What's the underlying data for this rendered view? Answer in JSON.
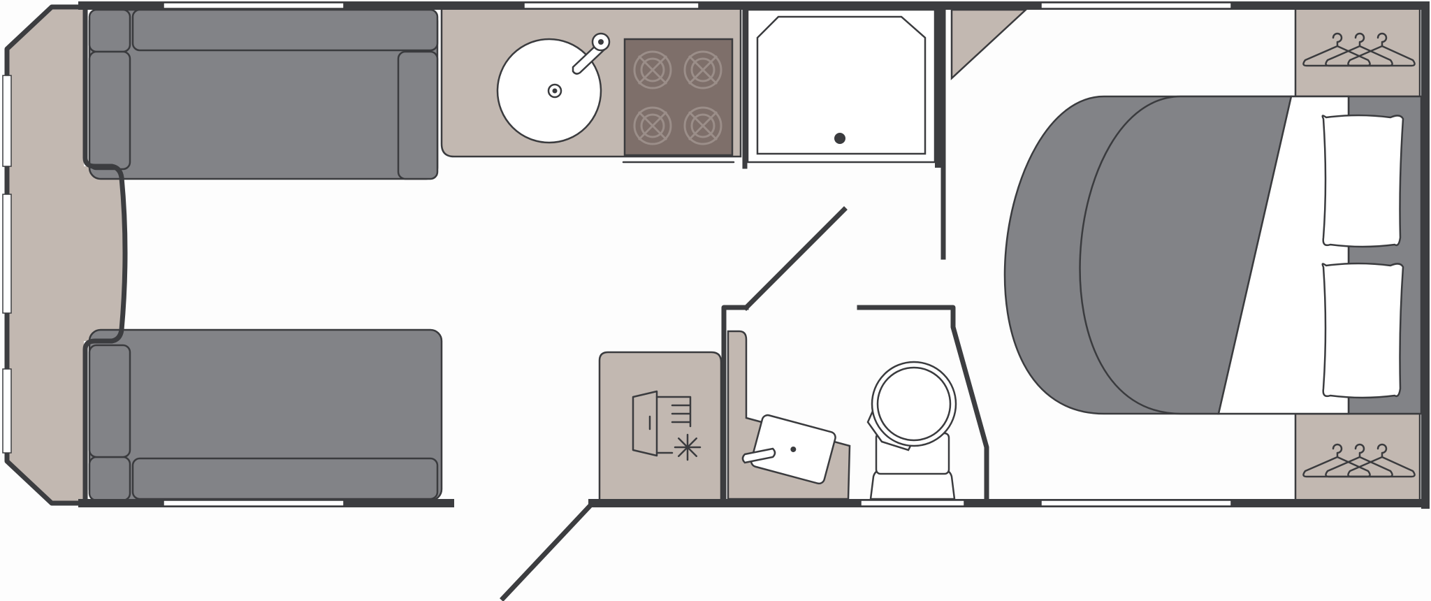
{
  "colors": {
    "background": "#fdfdfd",
    "wall": "#3c3d40",
    "upholstery": "#828387",
    "furniture": "#c2b8b1",
    "hob": "#7e6f6a",
    "fixture": "#ffffff",
    "line": "#3a3b3e"
  },
  "zones": [
    {
      "name": "lounge",
      "icon": "u-shaped-seating"
    },
    {
      "name": "kitchen",
      "icon": "sink-and-hob"
    },
    {
      "name": "shower",
      "icon": "shower-tray"
    },
    {
      "name": "washroom",
      "icon": "toilet-and-basin"
    },
    {
      "name": "bedroom",
      "icon": "island-bed"
    }
  ],
  "icons": {
    "hob_burners": 4,
    "hangers_per_wardrobe": 3,
    "bed_pillows": 2,
    "fridge": "fridge-snowflake-icon"
  }
}
